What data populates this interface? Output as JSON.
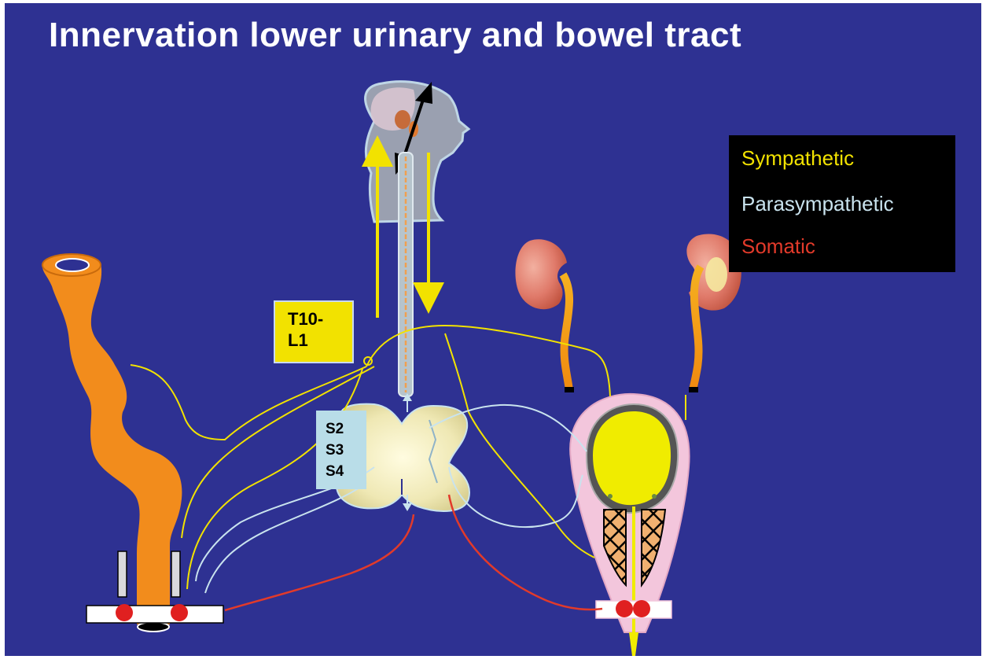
{
  "title": "Innervation lower urinary and bowel tract",
  "legend": {
    "items": [
      {
        "label": "Sympathetic",
        "color": "#f2e200"
      },
      {
        "label": "Parasympathetic",
        "color": "#c9e3ee"
      },
      {
        "label": "Somatic",
        "color": "#e23a2a"
      }
    ]
  },
  "labels": {
    "thoracolumbar": [
      "T10-",
      "L1"
    ],
    "sacral": [
      "S2",
      "S3",
      "S4"
    ]
  },
  "colors": {
    "background": "#2e3192",
    "sympathetic": "#f2e200",
    "parasympathetic": "#c9e3ee",
    "somatic": "#e23a2a",
    "bowel": "#f28c1c",
    "bladder": "#f0ec00"
  }
}
